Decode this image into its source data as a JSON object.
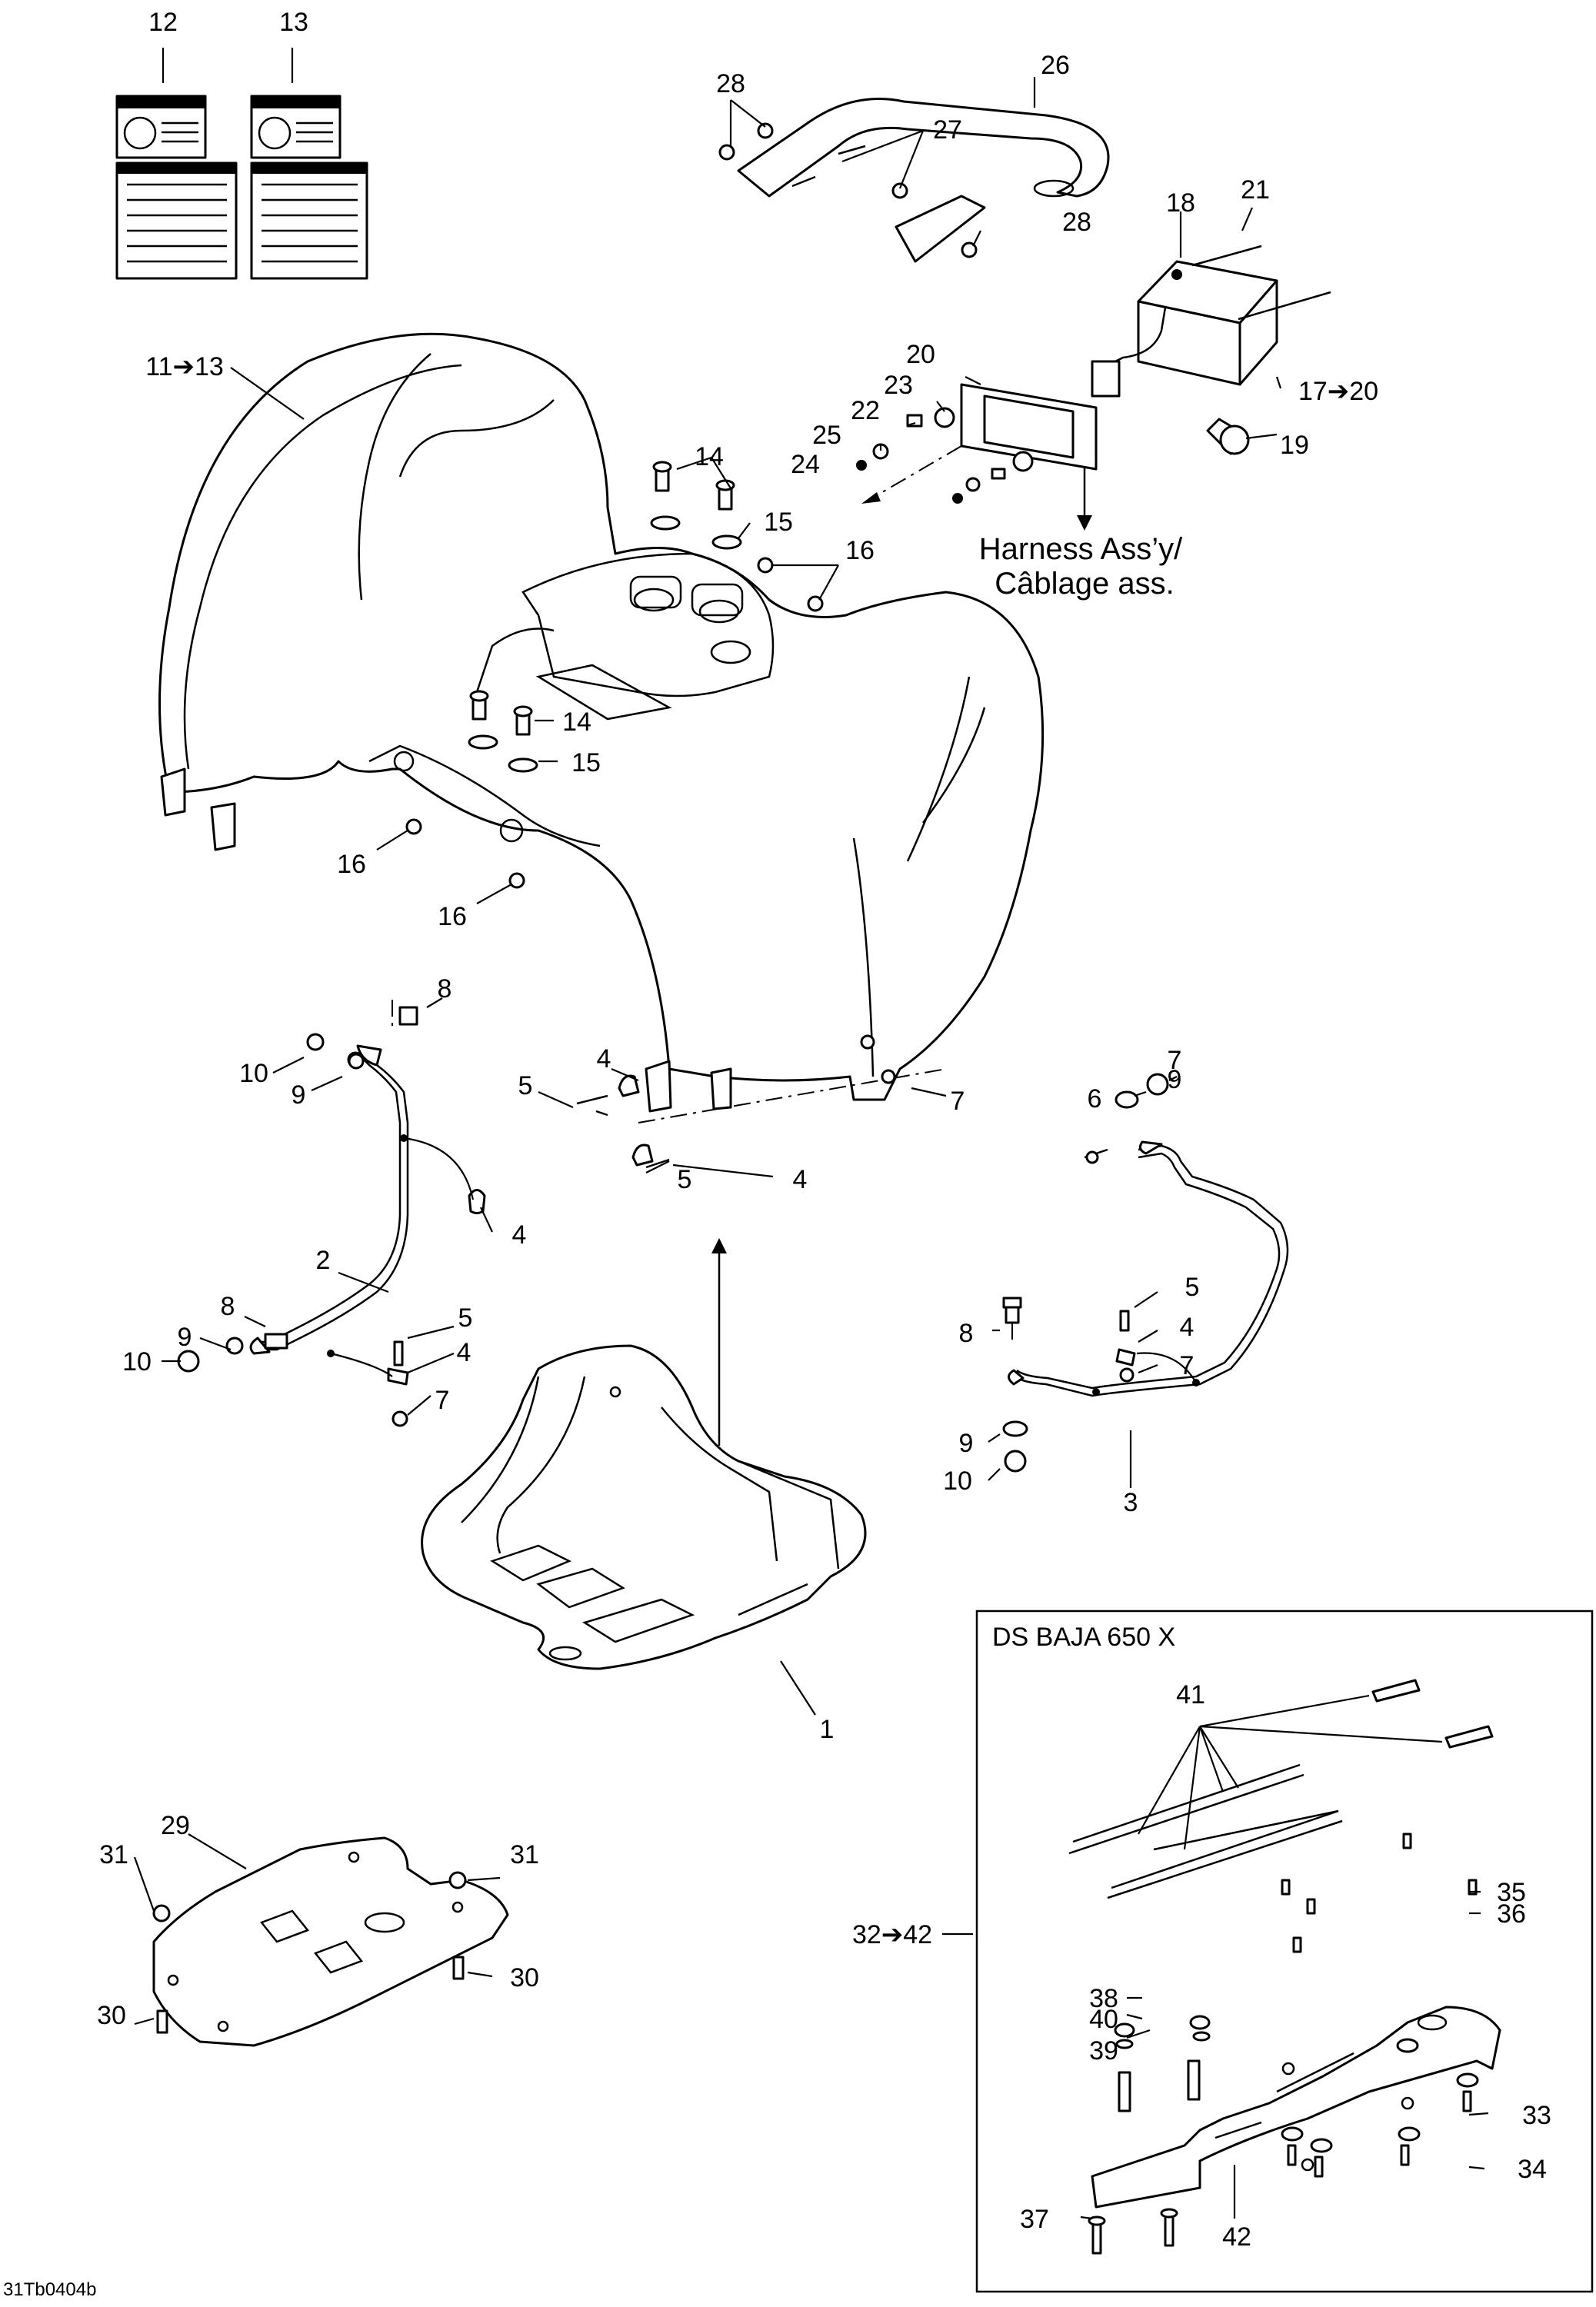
{
  "figure_code": "31Tb0404b",
  "harness_note": [
    "Harness Ass’y/",
    "Câblage ass."
  ],
  "inset_title": "DS BAJA 650 X",
  "callouts": {
    "c1": "1",
    "c2": "2",
    "c3": "3",
    "c4a": "4",
    "c4b": "4",
    "c4c": "4",
    "c4d": "4",
    "c4e": "4",
    "c5a": "5",
    "c5b": "5",
    "c5c": "5",
    "c5d": "5",
    "c6": "6",
    "c7a": "7",
    "c7b": "7",
    "c7c": "7",
    "c7d": "7",
    "c7e": "7",
    "c8a": "8",
    "c8b": "8",
    "c8c": "8",
    "c9a": "9",
    "c9b": "9",
    "c9c": "9",
    "c9d": "9",
    "c10a": "10",
    "c10b": "10",
    "c10c": "10",
    "c11": "11➔13",
    "c12": "12",
    "c13": "13",
    "c14a": "14",
    "c14b": "14",
    "c15a": "15",
    "c15b": "15",
    "c16a": "16",
    "c16b": "16",
    "c16c": "16",
    "c17": "17➔20",
    "c18": "18",
    "c19": "19",
    "c20": "20",
    "c21": "21",
    "c22": "22",
    "c23": "23",
    "c24": "24",
    "c25": "25",
    "c26": "26",
    "c27": "27",
    "c28a": "28",
    "c28b": "28",
    "c29": "29",
    "c30a": "30",
    "c30b": "30",
    "c31a": "31",
    "c31b": "31",
    "c32": "32➔42",
    "c33": "33",
    "c34": "34",
    "c35": "35",
    "c36": "36",
    "c37": "37",
    "c38": "38",
    "c39": "39",
    "c40": "40",
    "c41": "41",
    "c42": "42"
  }
}
